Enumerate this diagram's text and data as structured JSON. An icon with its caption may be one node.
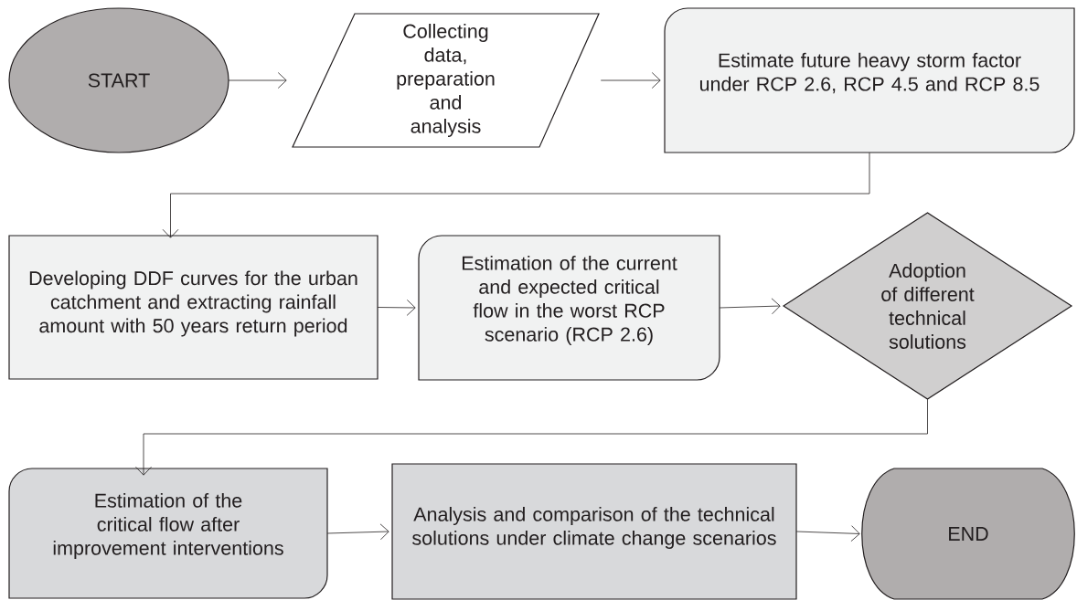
{
  "diagram": {
    "nodes": [
      {
        "text": [
          "START"
        ]
      },
      {
        "text": [
          "Collecting data, preparation and analysis"
        ]
      },
      {
        "text": [
          "Estimate future heavy storm factor under RCP 2.6, RCP 4.5 and RCP 8.5"
        ]
      },
      {
        "text": [
          "Developing DDF curves for the urban catchment and extracting rainfall amount with 50 years return period"
        ]
      },
      {
        "text": [
          "Estimation of the current and expected critical flow in the worst RCP scenario (RCP 2.6)"
        ]
      },
      {
        "text": [
          "Adoption of different technical solutions"
        ]
      },
      {
        "text": [
          "Estimation of the critical flow after improvement interventions"
        ]
      },
      {
        "text": [
          "Analysis and comparison of the technical solutions under climate change scenarios"
        ]
      },
      {
        "text": [
          "END"
        ]
      }
    ],
    "edges": [
      {
        "from": 0,
        "to": 1,
        "arrow": "to"
      },
      {
        "from": 1,
        "to": 2,
        "arrow": "to"
      },
      {
        "from": 2,
        "to": 3,
        "arrow": "to"
      },
      {
        "from": 3,
        "to": 4,
        "arrow": "to"
      },
      {
        "from": 4,
        "to": 5,
        "arrow": "to"
      },
      {
        "from": 5,
        "to": 6,
        "arrow": "to"
      },
      {
        "from": 6,
        "to": 7,
        "arrow": "to"
      },
      {
        "from": 7,
        "to": 8,
        "arrow": "to"
      }
    ]
  }
}
